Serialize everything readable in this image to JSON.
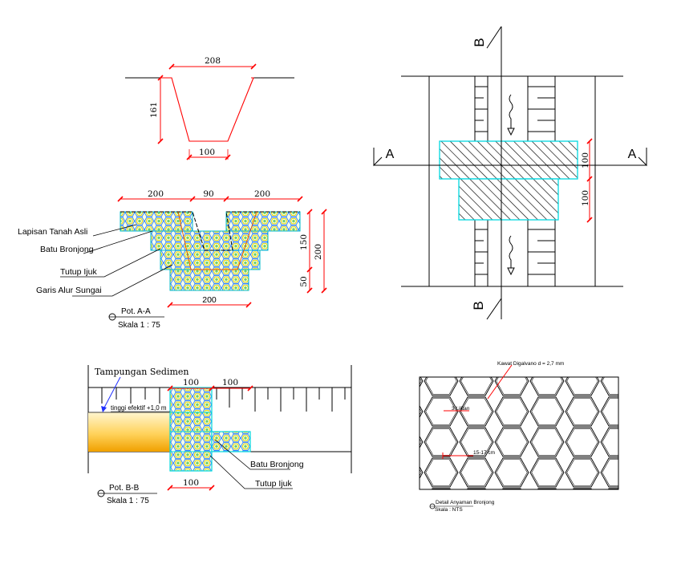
{
  "channel": {
    "top_width": "208",
    "height": "161",
    "bottom_width": "100"
  },
  "section_a": {
    "dim_left": "200",
    "dim_mid": "90",
    "dim_right": "200",
    "dim_bottom": "200",
    "dim_150": "150",
    "dim_50": "50",
    "dim_200": "200",
    "labels": [
      "Lapisan Tanah Asli",
      "Batu Bronjong",
      "Tutup Ijuk",
      "Garis Alur Sungai"
    ],
    "title": "Pot. A-A",
    "scale": "Skala 1 : 75"
  },
  "plan": {
    "cut_b_top": "B",
    "cut_b_bottom": "B",
    "cut_a_left": "A",
    "cut_a_right": "A",
    "dim_upper": "100",
    "dim_lower": "100"
  },
  "section_b": {
    "tampungan": "Tampungan Sedimen",
    "tinggi": "tinggi efektif +1,0 m",
    "dim_top_left": "100",
    "dim_top_right": "100",
    "dim_bottom": "100",
    "label_bronjong": "Batu Bronjong",
    "label_ijuk": "Tutup Ijuk",
    "title": "Pot. B-B",
    "scale": "Skala 1 : 75"
  },
  "mesh": {
    "kawat": "Kawat Digalvano  d = 2,7 mm",
    "lilitan": "3 Lilitan",
    "ukuran": "15-17 cm",
    "title": "Detail Anyaman Bronjong",
    "scale": "Skala : NTS"
  },
  "colors": {
    "dim": "#ff0000",
    "cyan": "#00e5ee",
    "green": "#9be37a",
    "yellow": "#f5e400",
    "blue": "#3040ff",
    "sed_dark": "#f0a800",
    "sed_light": "#fff4c0"
  }
}
